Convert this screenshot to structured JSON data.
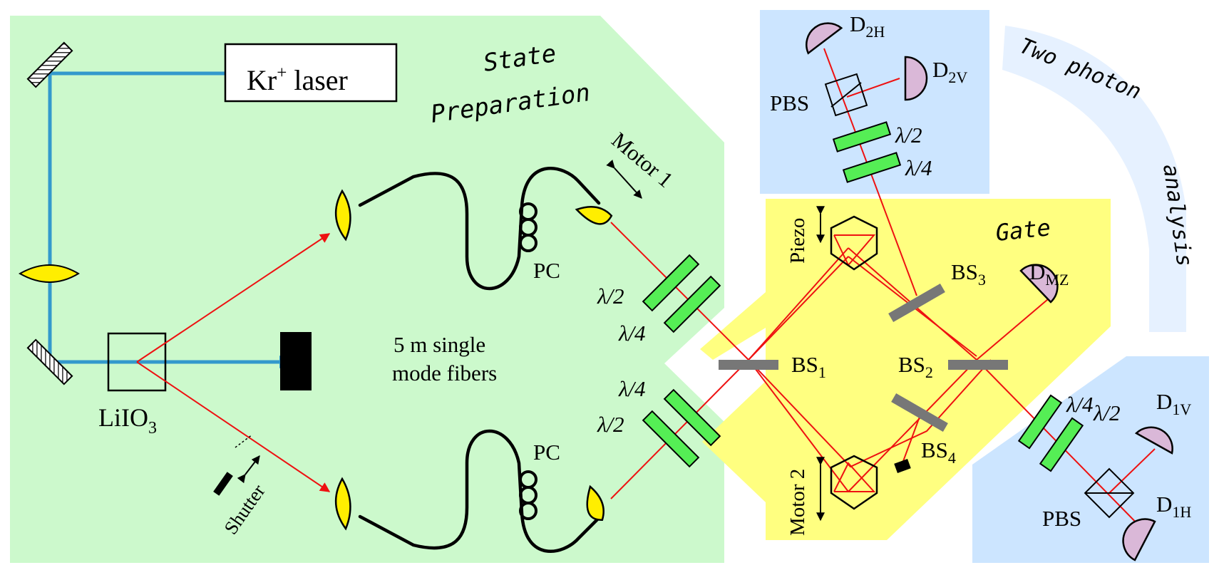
{
  "colors": {
    "state_prep_bg": "#ccf9cc",
    "gate_bg": "#ffff80",
    "analysis_bg": "#cce5ff",
    "analysis_arc": "#e6f1ff",
    "pump_beam": "#3399cc",
    "photon_beam": "#ee1111",
    "lens": "#ffee00",
    "waveplate": "#55ee55",
    "detector": "#dab8d8",
    "beamsplitter": "#777777"
  },
  "regions": {
    "state_preparation": [
      "State",
      "Preparation"
    ],
    "gate": "Gate",
    "two_photon_analysis": [
      "Two photon",
      "analysis"
    ]
  },
  "components": {
    "laser": {
      "main": "Kr",
      "sup": "+",
      "rest": " laser"
    },
    "crystal": {
      "main": "LiIO",
      "sub": "3"
    },
    "fibers": [
      "5 m single",
      "mode fibers"
    ],
    "pc_top": "PC",
    "pc_bottom": "PC",
    "motor1": "Motor 1",
    "motor2": "Motor 2",
    "piezo": "Piezo",
    "shutter": "Shutter",
    "wp_upper_half": "λ/2",
    "wp_upper_quarter": "λ/4",
    "wp_lower_quarter": "λ/4",
    "wp_lower_half": "λ/2",
    "bs1": {
      "main": "BS",
      "sub": "1"
    },
    "bs2": {
      "main": "BS",
      "sub": "2"
    },
    "bs3": {
      "main": "BS",
      "sub": "3"
    },
    "bs4": {
      "main": "BS",
      "sub": "4"
    },
    "dmz": {
      "main": "D",
      "sub": "MZ"
    },
    "top_analysis": {
      "pbs": "PBS",
      "d2h": {
        "main": "D",
        "sub": "2H"
      },
      "d2v": {
        "main": "D",
        "sub": "2V"
      },
      "half": "λ/2",
      "quarter": "λ/4"
    },
    "bottom_analysis": {
      "pbs": "PBS",
      "d1v": {
        "main": "D",
        "sub": "1V"
      },
      "d1h": {
        "main": "D",
        "sub": "1H"
      },
      "quarter": "λ/4",
      "half": "λ/2"
    }
  }
}
